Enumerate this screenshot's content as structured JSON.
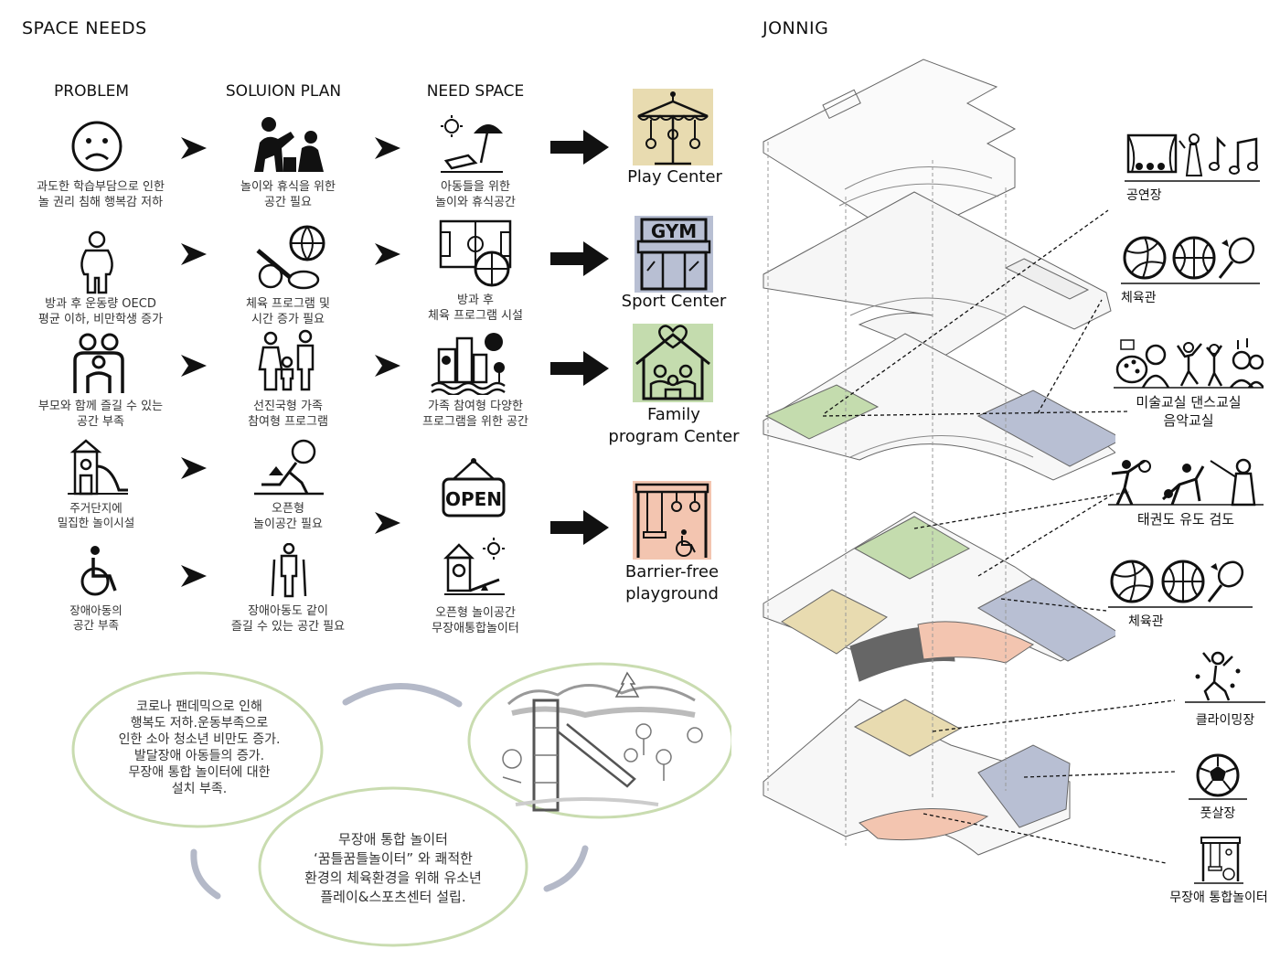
{
  "headers": {
    "space_needs": "SPACE  NEEDS",
    "joining": "JONNIG"
  },
  "columns": {
    "problem": "PROBLEM",
    "solution": "SOLUION PLAN",
    "need_space": "NEED SPACE"
  },
  "rows": [
    {
      "problem": "과도한 학습부담으로 인한\n놀 권리 침해 행복감 저하",
      "solution": "놀이와 휴식을 위한\n공간 필요",
      "need": "아동들을 위한\n놀이와 휴식공간"
    },
    {
      "problem": "방과 후 운동량 OECD\n평균 이하, 비만학생 증가",
      "solution": "체육 프로그램 및\n시간 증가 필요",
      "need": "방과 후\n체육 프로그램 시설"
    },
    {
      "problem": "부모와 함께 즐길 수 있는\n공간 부족",
      "solution": "선진국형 가족\n참여형 프로그램",
      "need": "가족 참여형 다양한\n프로그램을 위한 공간"
    },
    {
      "problem": "주거단지에\n밀집한 놀이시설",
      "solution": "오픈형\n놀이공간 필요",
      "need": ""
    },
    {
      "problem": "장애아동의\n공간 부족",
      "solution": "장애아동도 같이\n즐길 수 있는 공간 필요",
      "need": "오픈형 놀이공간\n무장애통합놀이터"
    }
  ],
  "centers": [
    {
      "label": "Play Center",
      "color": "#e8dbb0"
    },
    {
      "label": "Sport Center",
      "color": "#b8bfd3"
    },
    {
      "label": "Family\nprogram Center",
      "color": "#c4dcae"
    },
    {
      "label": "Barrier-free\nplayground",
      "color": "#f3c5b0"
    }
  ],
  "gym_sign": "GYM",
  "open_sign": "OPEN",
  "right_labels": {
    "performance": "공연장",
    "gym1": "체육관",
    "classes": "미술교실  댄스교실\n음악교실",
    "martial": "태권도 유도 검도",
    "gym2": "체육관",
    "climbing": "클라이밍장",
    "futsal": "풋살장",
    "barrier_free": "무장애 통합놀이터"
  },
  "bubbles": {
    "left": "코로나 팬데믹으로 인해\n행복도 저하.운동부족으로\n인한 소아 청소년 비만도 증가.\n발달장애 아동들의 증가.\n무장애 통합 놀이터에 대한\n설치 부족.",
    "bottom": "무장애 통합 놀이터\n‘꿈틀꿈틀놀이터” 와 쾌적한\n환경의 체육환경을 위해 유소년\n플레이&스포츠센터 설립."
  },
  "colors": {
    "green": "#c4dcae",
    "blue": "#b8bfd3",
    "tan": "#e8dbb0",
    "salmon": "#f3c5b0",
    "bubble_border": "#c9dcb0",
    "arc": "#b4b9c8"
  }
}
